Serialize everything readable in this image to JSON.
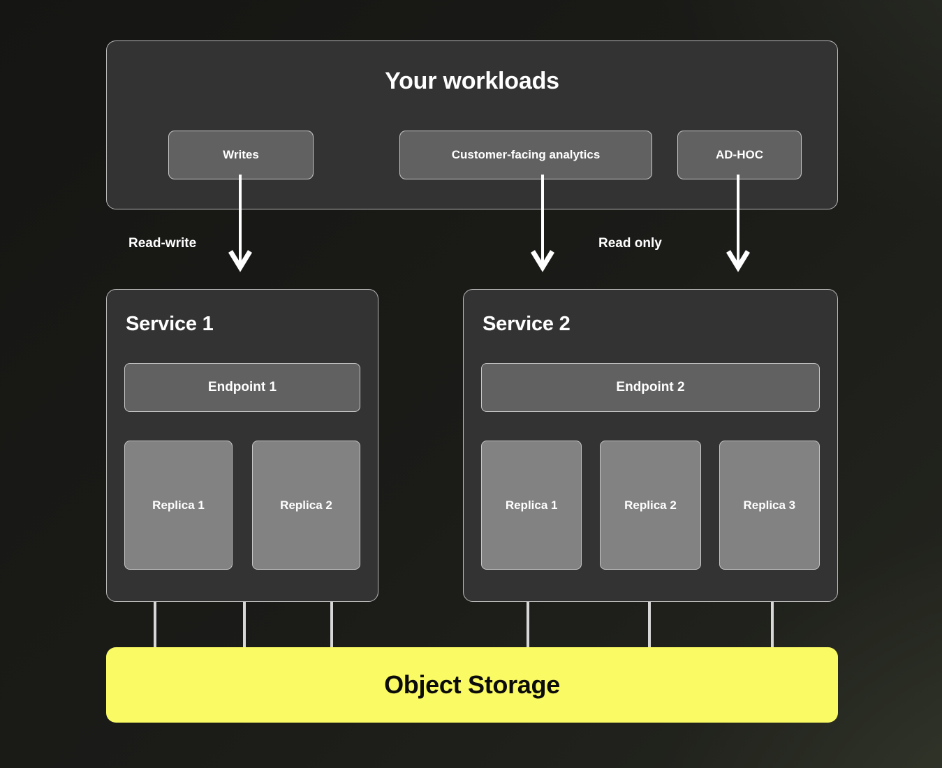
{
  "diagram": {
    "background_color": "#1a1a17",
    "accent_color": "#fafa64",
    "panel_color": "#333333",
    "chip_color": "#616161",
    "replica_color": "#828282"
  },
  "workloads": {
    "title": "Your workloads",
    "chips": [
      {
        "label": "Writes"
      },
      {
        "label": "Customer-facing analytics"
      },
      {
        "label": "AD-HOC"
      }
    ]
  },
  "edges": {
    "read_write_label": "Read-write",
    "read_only_label": "Read only",
    "arrow_icon": "arrow-down-icon"
  },
  "services": [
    {
      "title": "Service 1",
      "endpoint": "Endpoint 1",
      "replicas": [
        {
          "label": "Replica 1"
        },
        {
          "label": "Replica 2"
        }
      ]
    },
    {
      "title": "Service 2",
      "endpoint": "Endpoint 2",
      "replicas": [
        {
          "label": "Replica 1"
        },
        {
          "label": "Replica 2"
        },
        {
          "label": "Replica 3"
        }
      ]
    }
  ],
  "storage": {
    "label": "Object Storage"
  }
}
